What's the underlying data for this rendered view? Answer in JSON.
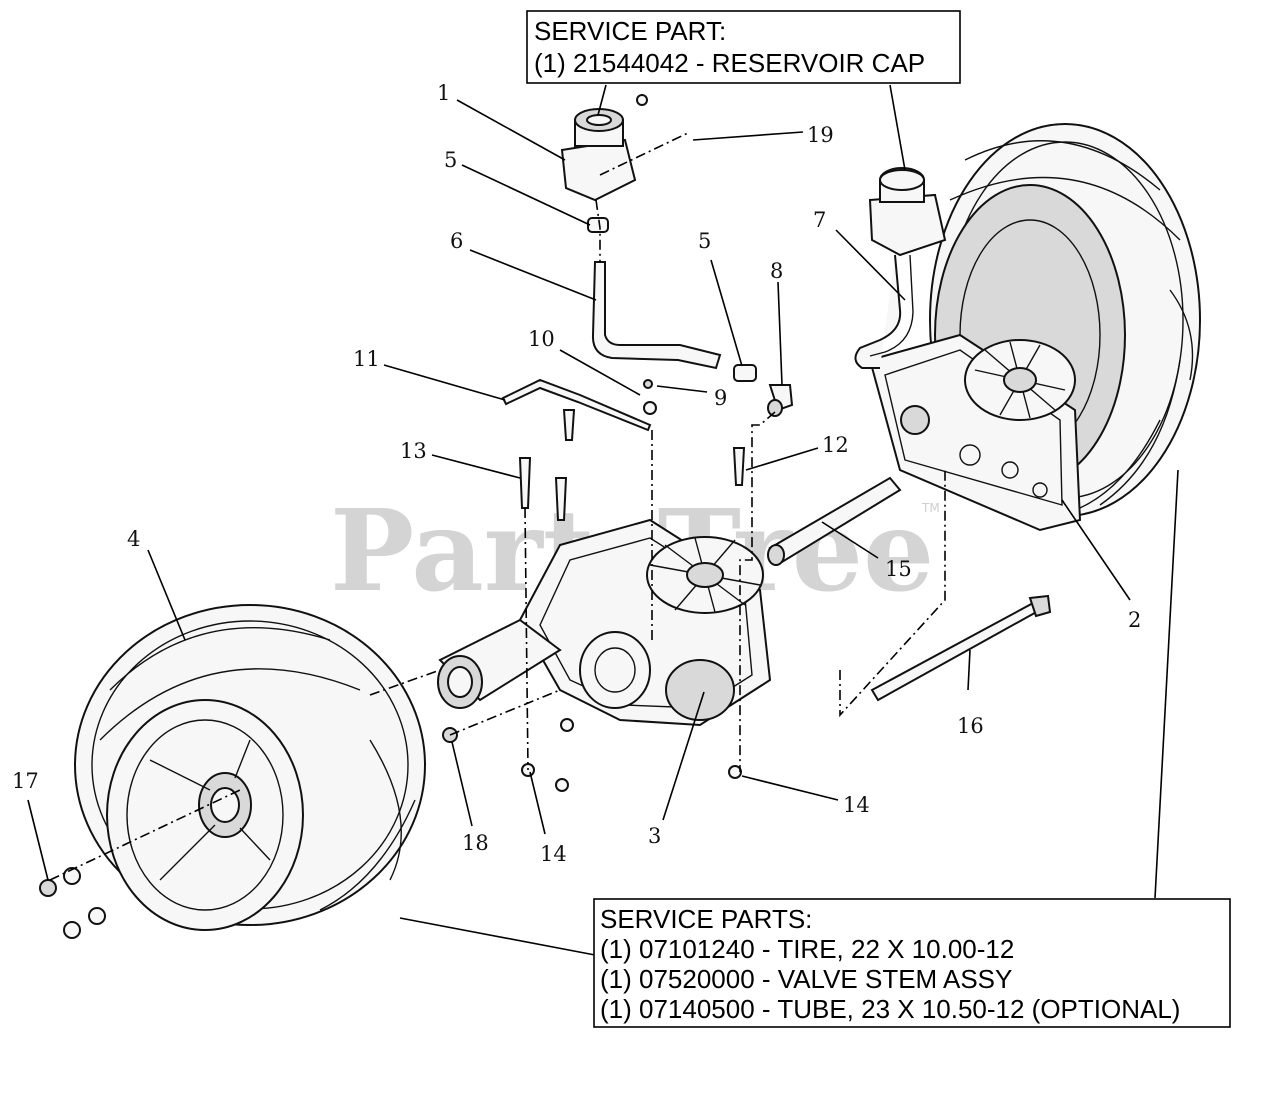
{
  "watermark": {
    "text": "PartsTree",
    "trademark": "TM"
  },
  "service_part_box": {
    "line1": "SERVICE PART:",
    "line2": "(1) 21544042 - RESERVOIR CAP"
  },
  "service_parts_box": {
    "line1": "SERVICE PARTS:",
    "line2": "(1) 07101240 - TIRE, 22 X 10.00-12",
    "line3": "(1) 07520000 - VALVE STEM ASSY",
    "line4": "(1) 07140500 - TUBE, 23 X 10.50-12 (OPTIONAL)"
  },
  "callouts": {
    "c1": "1",
    "c2": "2",
    "c3": "3",
    "c4": "4",
    "c5a": "5",
    "c5b": "5",
    "c6": "6",
    "c7": "7",
    "c8": "8",
    "c9": "9",
    "c10": "10",
    "c11": "11",
    "c12": "12",
    "c13": "13",
    "c14a": "14",
    "c14b": "14",
    "c15": "15",
    "c16": "16",
    "c17": "17",
    "c18": "18",
    "c19": "19"
  },
  "parts": {
    "reservoir_left": "reservoir",
    "reservoir_right": "reservoir",
    "hose_6": "hose",
    "hose_7": "hose",
    "transaxle_left": "transaxle",
    "transaxle_right": "transaxle",
    "tire_left": "tire",
    "tire_right": "tire",
    "rod_11": "bypass rod",
    "tube_15": "tube",
    "bolt_16": "bolt"
  }
}
